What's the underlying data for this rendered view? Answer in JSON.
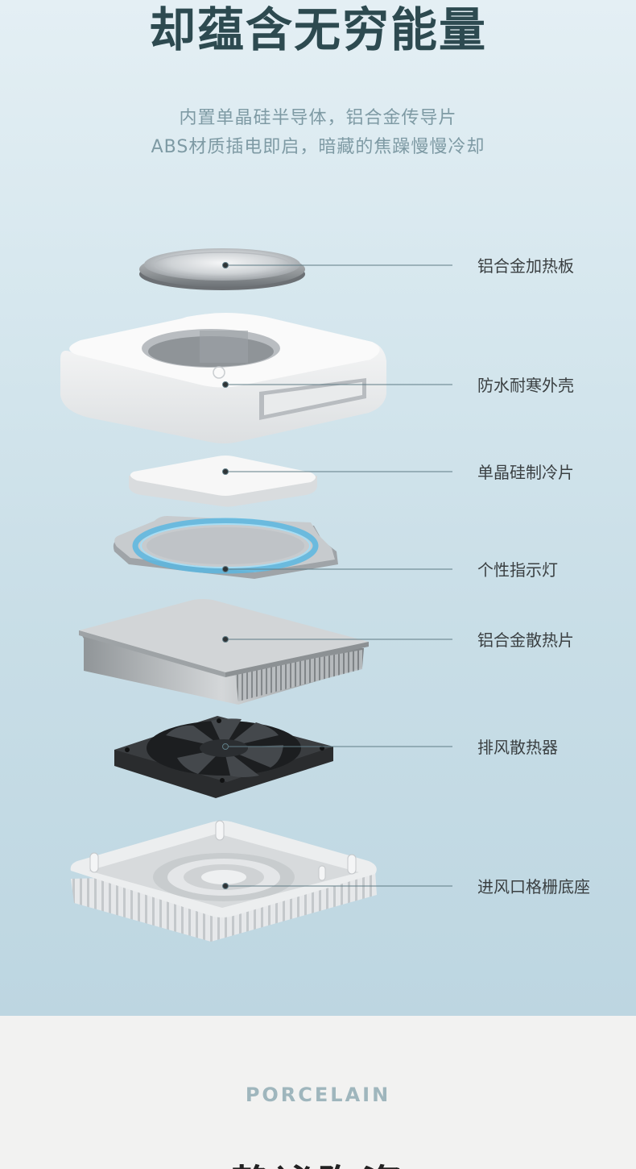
{
  "hero": {
    "title": "却蕴含无穷能量",
    "subtitle_line1": "内置单晶硅半导体，铝合金传导片",
    "subtitle_line2": "ABS材质插电即启，暗藏的焦躁慢慢冷却"
  },
  "parts": [
    {
      "label": "铝合金加热板"
    },
    {
      "label": "防水耐寒外壳"
    },
    {
      "label": "单晶硅制冷片"
    },
    {
      "label": "个性指示灯"
    },
    {
      "label": "铝合金散热片"
    },
    {
      "label": "排风散热器"
    },
    {
      "label": "进风口格栅底座"
    }
  ],
  "section2": {
    "eyebrow": "PORCELAIN",
    "title": "静谧陶瓷"
  },
  "colors": {
    "title": "#2d4a50",
    "subtitle": "#7e9aa4",
    "leader_line": "#5f7c86",
    "eyebrow": "#9fb6bd"
  }
}
